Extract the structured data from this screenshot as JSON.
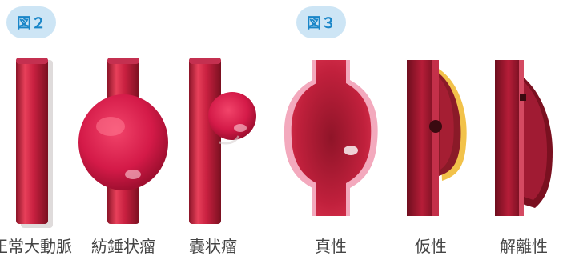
{
  "figures": {
    "fig2": {
      "badge": "図２",
      "items": [
        {
          "label": "正常大動脈",
          "icon": "normal-aorta-icon"
        },
        {
          "label": "紡錘状瘤",
          "icon": "fusiform-aneurysm-icon"
        },
        {
          "label": "嚢状瘤",
          "icon": "saccular-aneurysm-icon"
        }
      ]
    },
    "fig3": {
      "badge": "図３",
      "items": [
        {
          "label": "真性",
          "icon": "true-aneurysm-section-icon"
        },
        {
          "label": "仮性",
          "icon": "pseudo-aneurysm-section-icon"
        },
        {
          "label": "解離性",
          "icon": "dissecting-aneurysm-section-icon"
        }
      ]
    }
  },
  "colors": {
    "badge_bg": "#cde5f5",
    "badge_text": "#1a86c8",
    "vessel": "#d42a4a",
    "vessel_dark": "#8c1428",
    "wall_pink": "#f2a8bc",
    "pseudo_yellow": "#f2c24a",
    "label_text": "#444444"
  }
}
